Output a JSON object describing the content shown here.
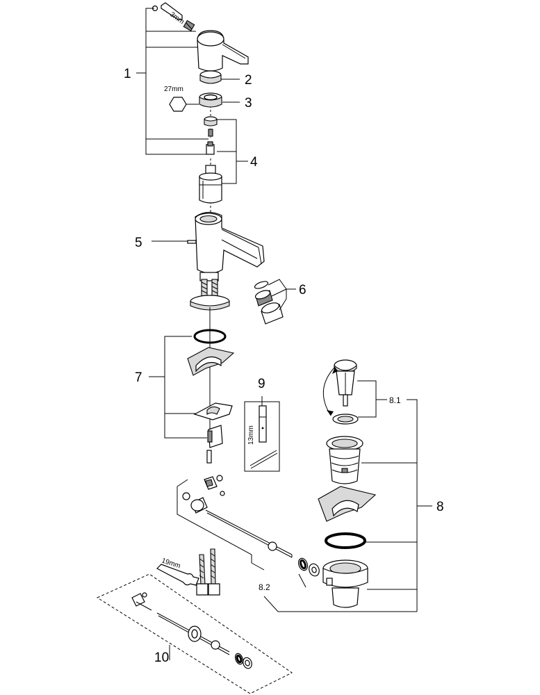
{
  "callouts": {
    "c1": "1",
    "c2": "2",
    "c3": "3",
    "c4": "4",
    "c5": "5",
    "c6": "6",
    "c7": "7",
    "c8": "8",
    "c8_1": "8.1",
    "c8_2": "8.2",
    "c9": "9",
    "c10": "10"
  },
  "dimensions": {
    "hex_key": "3mm",
    "wrench_27": "27mm",
    "socket_13": "13mm",
    "wrench_19": "19mm"
  }
}
